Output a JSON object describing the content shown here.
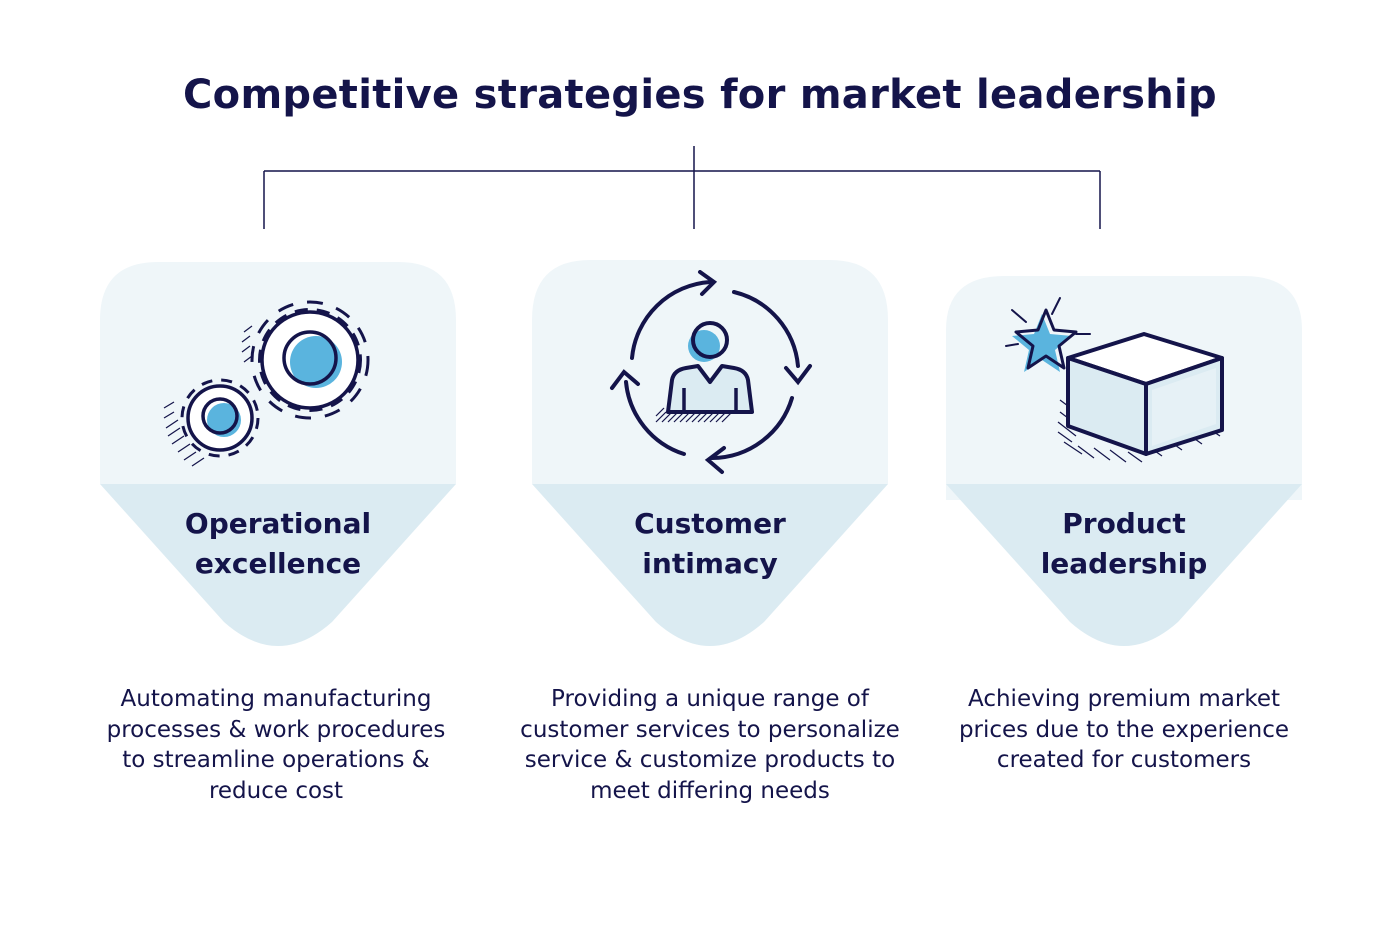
{
  "title": "Competitive strategies for market leadership",
  "strategies": [
    {
      "title_lines": [
        "Operational",
        "excellence"
      ],
      "icon": "gears-icon",
      "description_lines": [
        "Automating manufacturing",
        "processes & work procedures",
        "to streamline operations &",
        "reduce cost"
      ]
    },
    {
      "title_lines": [
        "Customer",
        "intimacy"
      ],
      "icon": "customer-cycle-icon",
      "description_lines": [
        "Providing a unique range of",
        "customer services to personalize",
        "service & customize products to",
        "meet differing needs"
      ]
    },
    {
      "title_lines": [
        "Product",
        "leadership"
      ],
      "icon": "star-box-icon",
      "description_lines": [
        "Achieving premium market",
        "prices due to the experience",
        "created for customers"
      ]
    }
  ],
  "colors": {
    "navy": "#14144a",
    "accent_blue": "#5ab4de",
    "card_light": "#eff6f9",
    "card_shade": "#dbebf2"
  }
}
